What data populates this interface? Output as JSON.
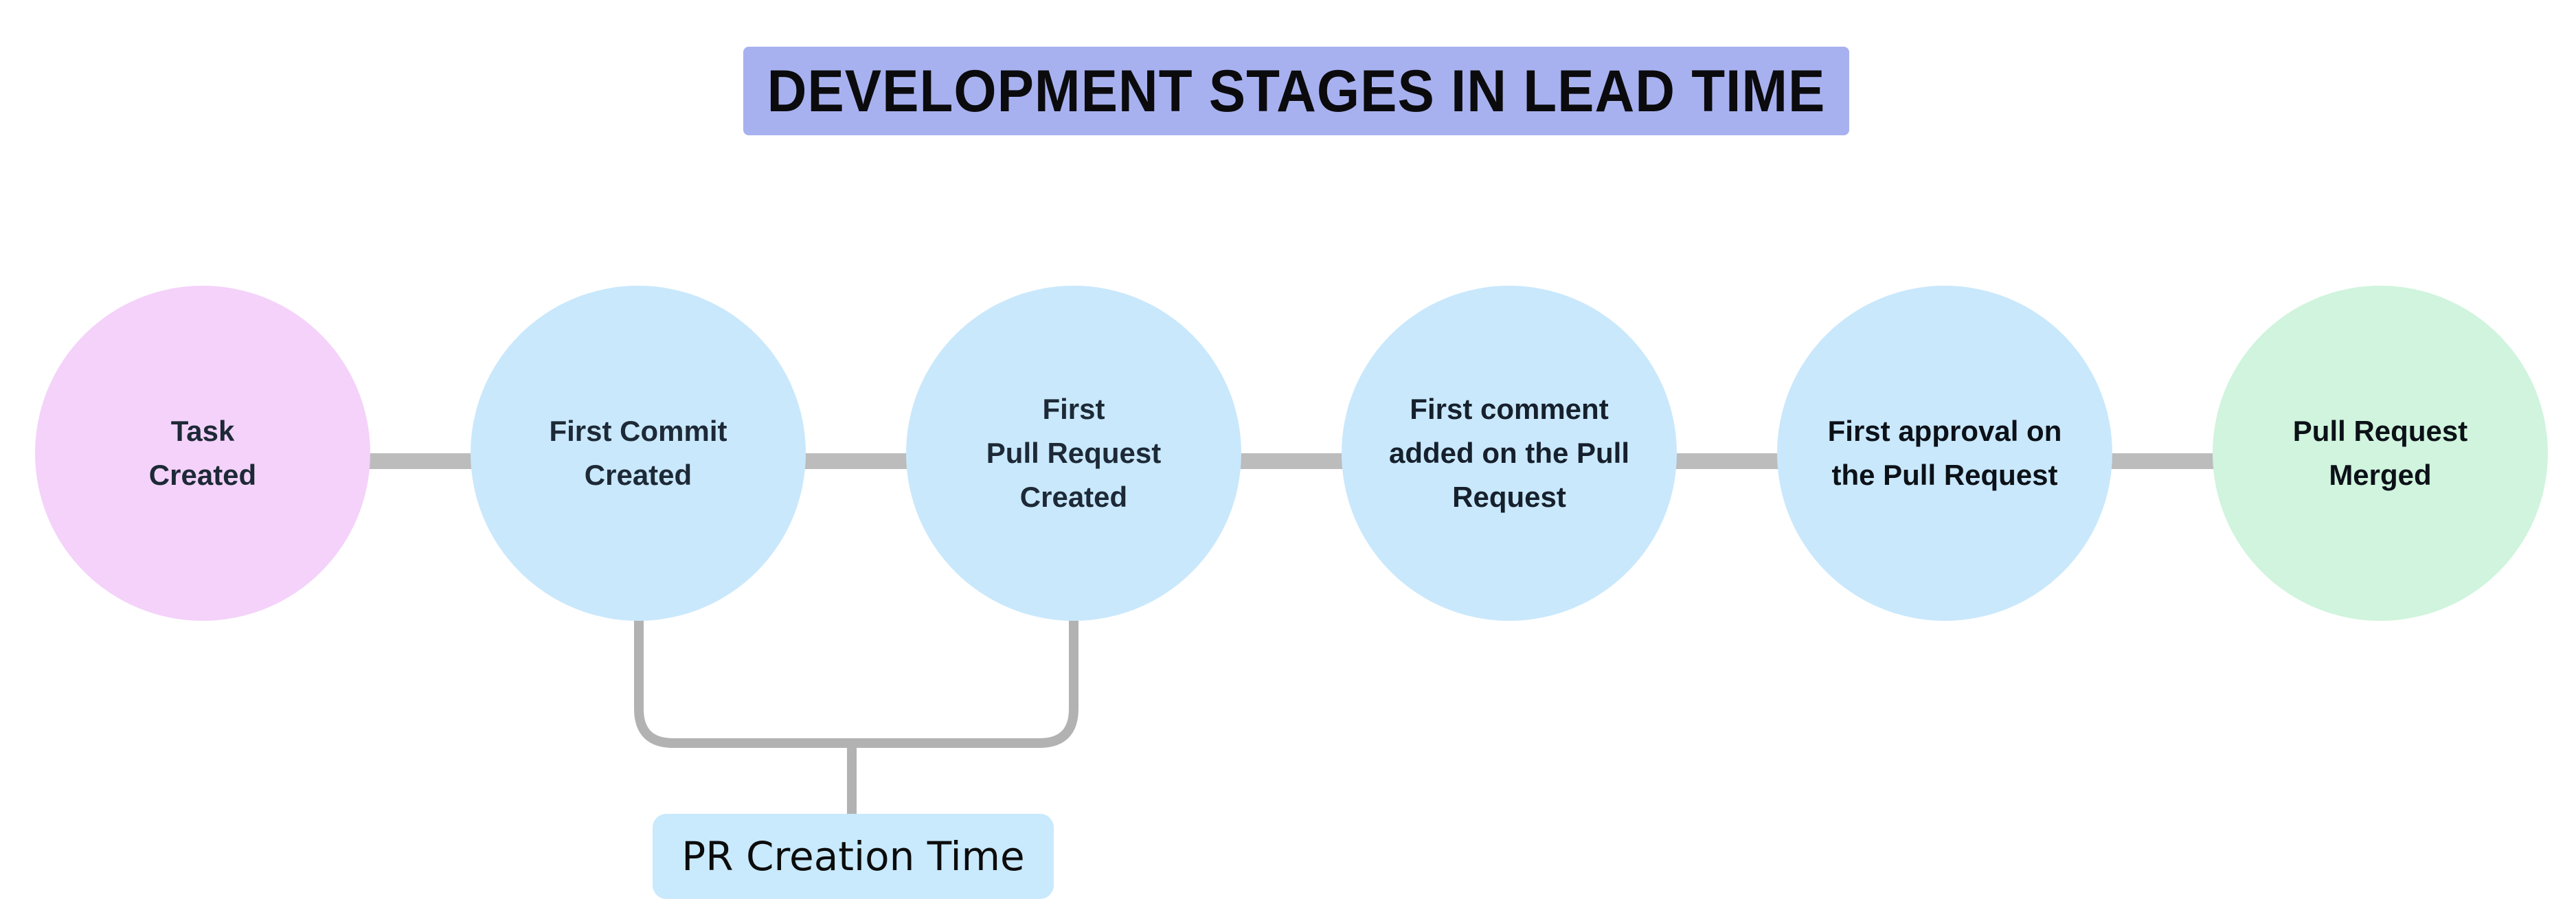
{
  "title": {
    "text": "DEVELOPMENT STAGES IN LEAD TIME",
    "bg_color": "#a8b1ef"
  },
  "stages": [
    {
      "label": "Task\nCreated",
      "fill": "#f4d2fa",
      "text_color": "#1d2936"
    },
    {
      "label": "First Commit\nCreated",
      "fill": "#c9e8fc",
      "text_color": "#1d2936"
    },
    {
      "label": "First\nPull Request\nCreated",
      "fill": "#c9e8fc",
      "text_color": "#1d2936"
    },
    {
      "label": "First comment\nadded on the Pull\nRequest",
      "fill": "#c9e8fc",
      "text_color": "#16202c"
    },
    {
      "label": "First approval on\nthe Pull Request",
      "fill": "#c9e8fc",
      "text_color": "#0c1118"
    },
    {
      "label": "Pull Request\nMerged",
      "fill": "#d0f4dd",
      "text_color": "#0c1118"
    }
  ],
  "annotation": {
    "label": "PR Creation Time",
    "bg_color": "#c9e9fd",
    "connects": [
      "First Commit Created",
      "First Pull Request Created"
    ]
  },
  "colors": {
    "connector": "#bcbcbc",
    "bracket": "#b2b2b2"
  }
}
